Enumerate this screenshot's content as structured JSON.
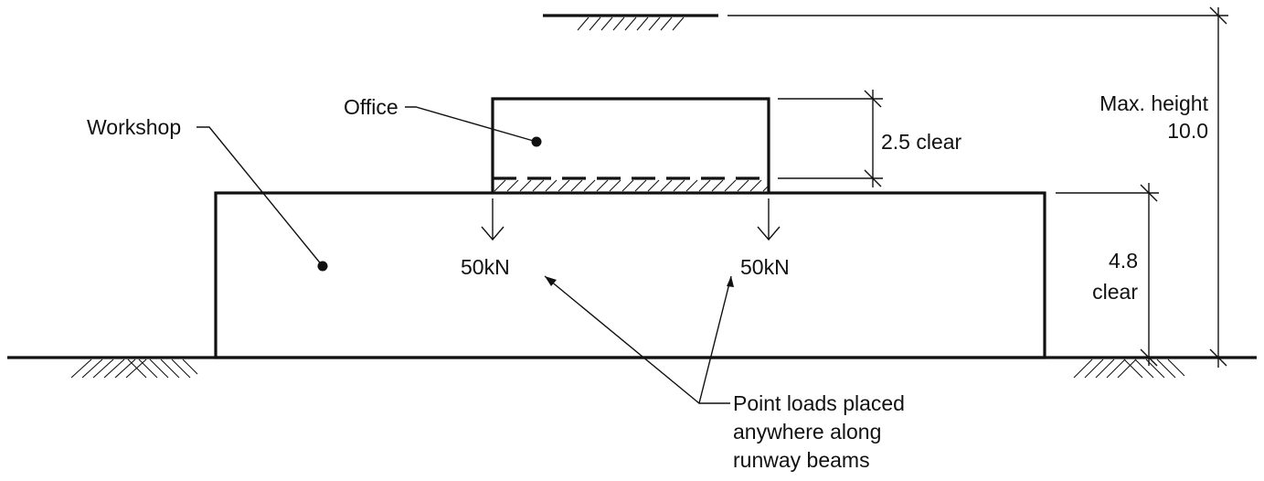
{
  "labels": {
    "workshop": "Workshop",
    "office": "Office",
    "load_left": "50kN",
    "load_right": "50kN",
    "office_clear": "2.5 clear",
    "workshop_clear_line1": "4.8",
    "workshop_clear_line2": "clear",
    "max_height_line1": "Max. height",
    "max_height_line2": "10.0",
    "note_line1": "Point loads placed",
    "note_line2": "anywhere along",
    "note_line3": "runway beams"
  },
  "colors": {
    "line": "#111111",
    "background": "#ffffff"
  }
}
